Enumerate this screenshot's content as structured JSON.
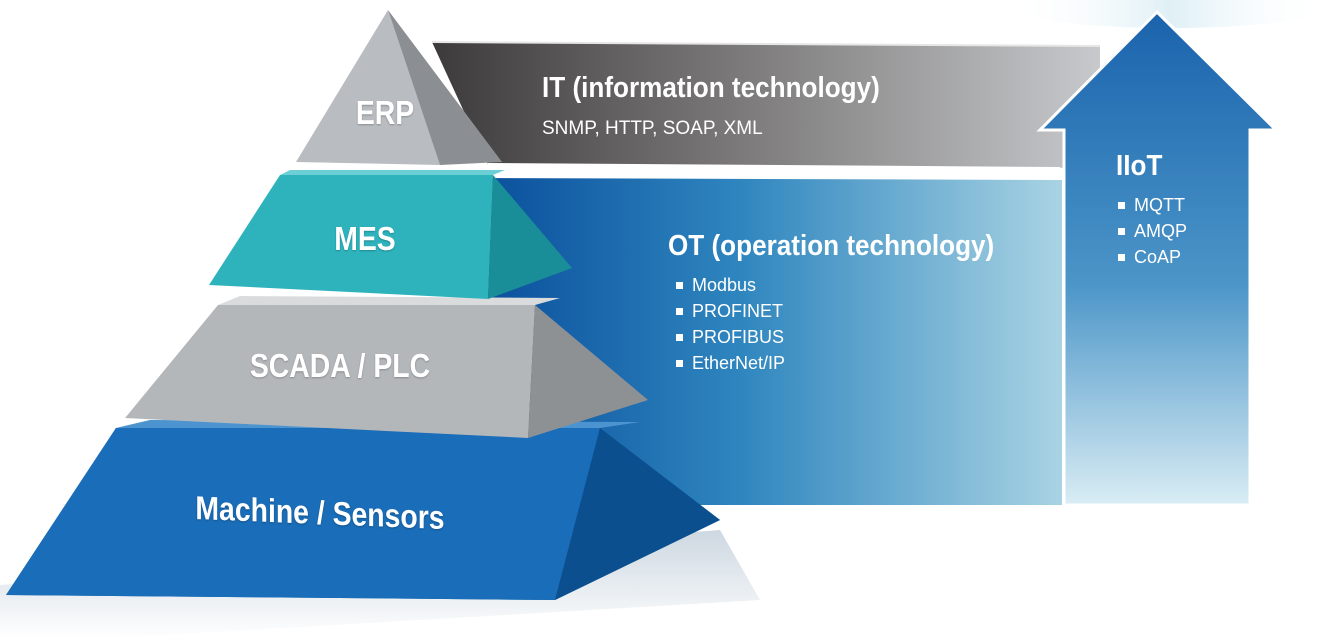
{
  "pyramid": {
    "layers": [
      {
        "label": "ERP"
      },
      {
        "label": "MES"
      },
      {
        "label": "SCADA / PLC"
      },
      {
        "label": "Machine / Sensors"
      }
    ]
  },
  "it_band": {
    "title": "IT (information technology)",
    "protocols": "SNMP, HTTP, SOAP, XML"
  },
  "ot_band": {
    "title": "OT (operation technology)",
    "protocols": [
      "Modbus",
      "PROFINET",
      "PROFIBUS",
      "EtherNet/IP"
    ]
  },
  "iiot_arrow": {
    "title": "IIoT",
    "protocols": [
      "MQTT",
      "AMQP",
      "CoAP"
    ]
  },
  "colors": {
    "erp_gray": "#b9bcc0",
    "it_band_dark": "#6a6767",
    "mes_teal": "#2eb3bd",
    "scada_gray": "#b4b7ba",
    "machine_blue": "#1a6db8",
    "ot_band_blue": "#0a58a8",
    "iiot_arrow_blue": "#0e5aa7"
  }
}
